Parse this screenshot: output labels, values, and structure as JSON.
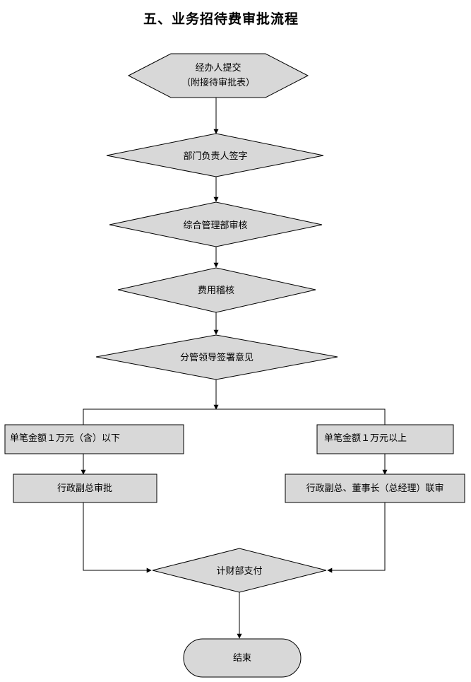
{
  "title": "五、业务招待费审批流程",
  "nodes": {
    "submit": {
      "line1": "经办人提交",
      "line2": "（附接待审批表）"
    },
    "dept_sign": {
      "label": "部门负责人签字"
    },
    "admin_review": {
      "label": "综合管理部审核"
    },
    "audit": {
      "label": "费用稽核"
    },
    "vp_sign": {
      "label": "分管领导签署意见"
    },
    "branch_low": {
      "label": "单笔金额１万元（含）以下"
    },
    "branch_high": {
      "label": "单笔金额１万元以上"
    },
    "approve_low": {
      "label": "行政副总审批"
    },
    "approve_high": {
      "label": "行政副总、董事长（总经理）联审"
    },
    "finance_pay": {
      "label": "计财部支付"
    },
    "end": {
      "label": "结束"
    }
  },
  "colors": {
    "node_fill": "#d8d8d8",
    "stroke": "#000000",
    "background": "#ffffff"
  }
}
